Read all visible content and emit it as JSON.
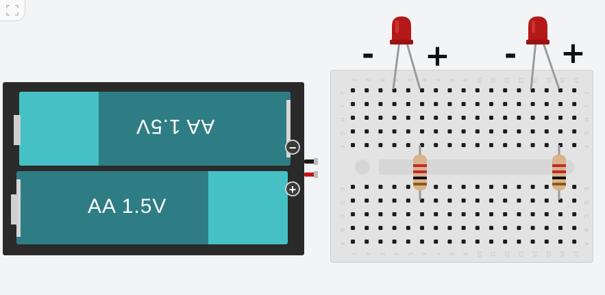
{
  "toolbar": {
    "fit_icon": "fit-to-view-icon"
  },
  "battery": {
    "top_cell_label": "AA 1.5V",
    "bottom_cell_label": "AA 1.5V",
    "negative_symbol": "−",
    "positive_symbol": "+"
  },
  "led_labels": {
    "led1_minus": "-",
    "led1_plus": "+",
    "led2_minus": "-",
    "led2_plus": "+"
  },
  "breadboard": {
    "column_numbers": [
      "1",
      "2",
      "3",
      "4",
      "5",
      "6",
      "7",
      "8",
      "9",
      "10",
      "11",
      "12",
      "13",
      "14",
      "15",
      "16",
      "17"
    ],
    "top_row_letters": [
      "J",
      "I",
      "H",
      "G",
      "F"
    ],
    "bottom_row_letters": [
      "E",
      "D",
      "C",
      "B",
      "A"
    ]
  },
  "colors": {
    "cell_body": "#2f7d84",
    "cell_cap": "#45c1c6",
    "led": "#b51818",
    "resistor": "#d9b48a",
    "pack": "#2a2a2a"
  }
}
